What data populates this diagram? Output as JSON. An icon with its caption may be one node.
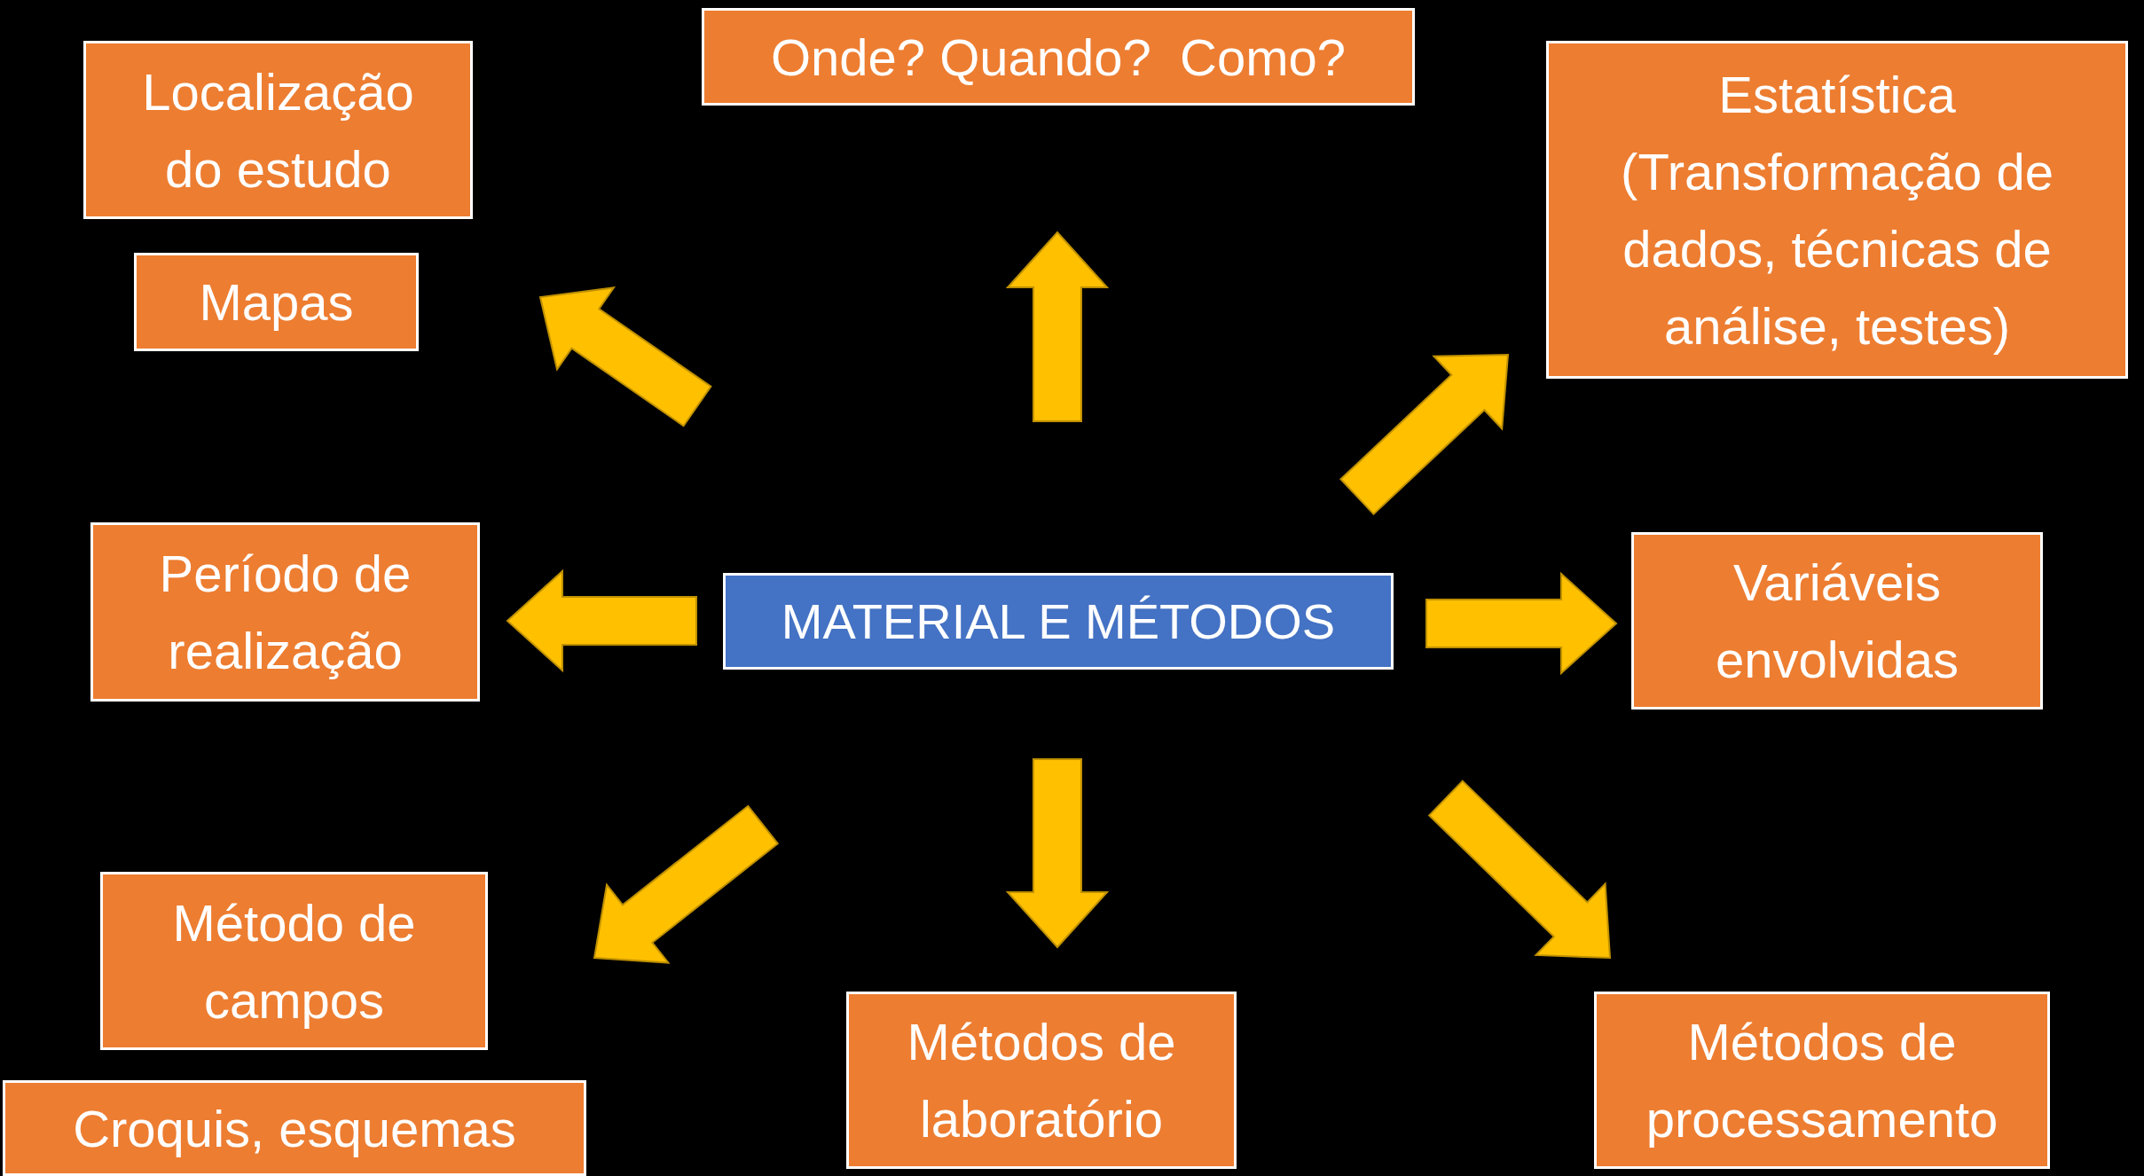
{
  "diagram": {
    "nodes": [
      {
        "text": [
          "MATERIAL E MÉTODOS"
        ]
      },
      {
        "text": [
          "Localização do estudo"
        ]
      },
      {
        "text": [
          "Mapas"
        ]
      },
      {
        "text": [
          "Onde? Quando?  Como?"
        ]
      },
      {
        "text": [
          "Estatística (Transformação de dados, técnicas de análise, testes)"
        ]
      },
      {
        "text": [
          "Período de realização"
        ]
      },
      {
        "text": [
          "Variáveis envolvidas"
        ]
      },
      {
        "text": [
          "Método de campos"
        ]
      },
      {
        "text": [
          "Croquis, esquemas"
        ]
      },
      {
        "text": [
          "Métodos de laboratório"
        ]
      },
      {
        "text": [
          "Métodos de processamento"
        ]
      }
    ],
    "edges": [
      {
        "from": 0,
        "to": 2,
        "arrow": "to"
      },
      {
        "from": 0,
        "to": 3,
        "arrow": "to"
      },
      {
        "from": 0,
        "to": 4,
        "arrow": "to"
      },
      {
        "from": 0,
        "to": 5,
        "arrow": "to"
      },
      {
        "from": 0,
        "to": 6,
        "arrow": "to"
      },
      {
        "from": 0,
        "to": 7,
        "arrow": "to"
      },
      {
        "from": 0,
        "to": 9,
        "arrow": "to"
      },
      {
        "from": 0,
        "to": 10,
        "arrow": "to"
      }
    ]
  }
}
